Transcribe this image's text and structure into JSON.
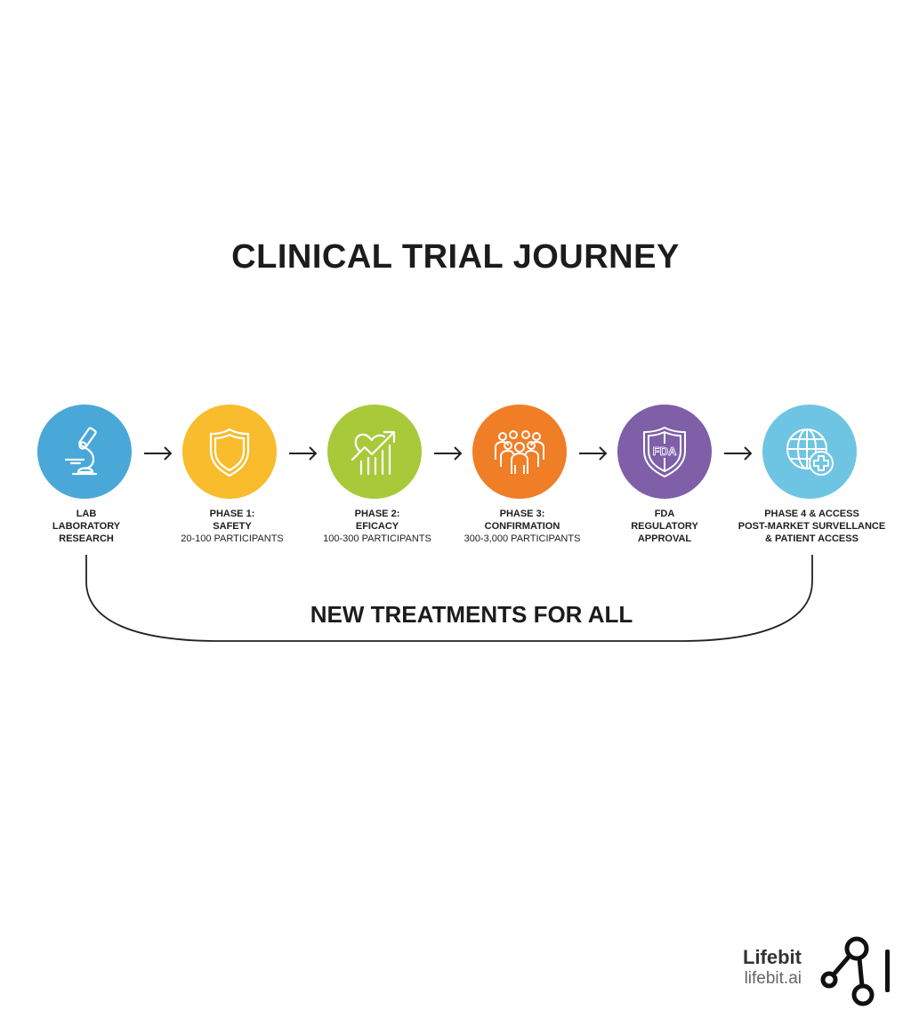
{
  "title": "CLINICAL TRIAL JOURNEY",
  "colors": {
    "lab": "#4aa8d8",
    "phase1": "#f8bc2c",
    "phase2": "#a8c93a",
    "phase3": "#f07e26",
    "fda": "#7e5fa8",
    "phase4": "#6ec5e3"
  },
  "steps": [
    {
      "id": "lab",
      "icon": "microscope-icon",
      "line1": "LAB",
      "line2": "LABORATORY",
      "line3": "RESEARCH"
    },
    {
      "id": "phase1",
      "icon": "shield-icon",
      "line1": "PHASE 1:",
      "line2": "SAFETY",
      "line3": "20-100 PARTICIPANTS"
    },
    {
      "id": "phase2",
      "icon": "heart-growth-chart-icon",
      "line1": "PHASE 2:",
      "line2": "EFICACY",
      "line3": "100-300 PARTICIPANTS"
    },
    {
      "id": "phase3",
      "icon": "group-of-people-icon",
      "line1": "PHASE 3:",
      "line2": "CONFIRMATION",
      "line3": "300-3,000 PARTICIPANTS"
    },
    {
      "id": "fda",
      "icon": "fda-shield-icon",
      "line1": "FDA",
      "line2": "REGULATORY",
      "line3": "APPROVAL"
    },
    {
      "id": "phase4",
      "icon": "globe-plus-icon",
      "line1": "PHASE 4 & ACCESS",
      "line2": "POST-MARKET SURVELLANCE",
      "line3": "& PATIENT ACCESS"
    }
  ],
  "bottom_text": "NEW TREATMENTS FOR ALL",
  "brand": {
    "name": "Lifebit",
    "url": "lifebit.ai"
  }
}
